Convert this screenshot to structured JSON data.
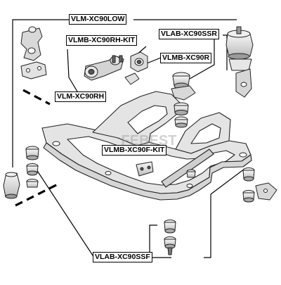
{
  "diagram": {
    "watermark": "FEBEST",
    "part_labels": [
      {
        "key": "vlm_xc90low",
        "text": "VLM-XC90LOW"
      },
      {
        "key": "vlmb_xc90rh_kit",
        "text": "VLMB-XC90RH-KIT"
      },
      {
        "key": "vlab_xc90ssr",
        "text": "VLAB-XC90SSR"
      },
      {
        "key": "vlmb_xc90r",
        "text": "VLMB-XC90R"
      },
      {
        "key": "vlm_xc90rh",
        "text": "VLM-XC90RH"
      },
      {
        "key": "vlmb_xc90f_kit",
        "text": "VLMB-XC90F-KIT"
      },
      {
        "key": "vlab_xc90ssf",
        "text": "VLAB-XC90SSF"
      }
    ]
  }
}
